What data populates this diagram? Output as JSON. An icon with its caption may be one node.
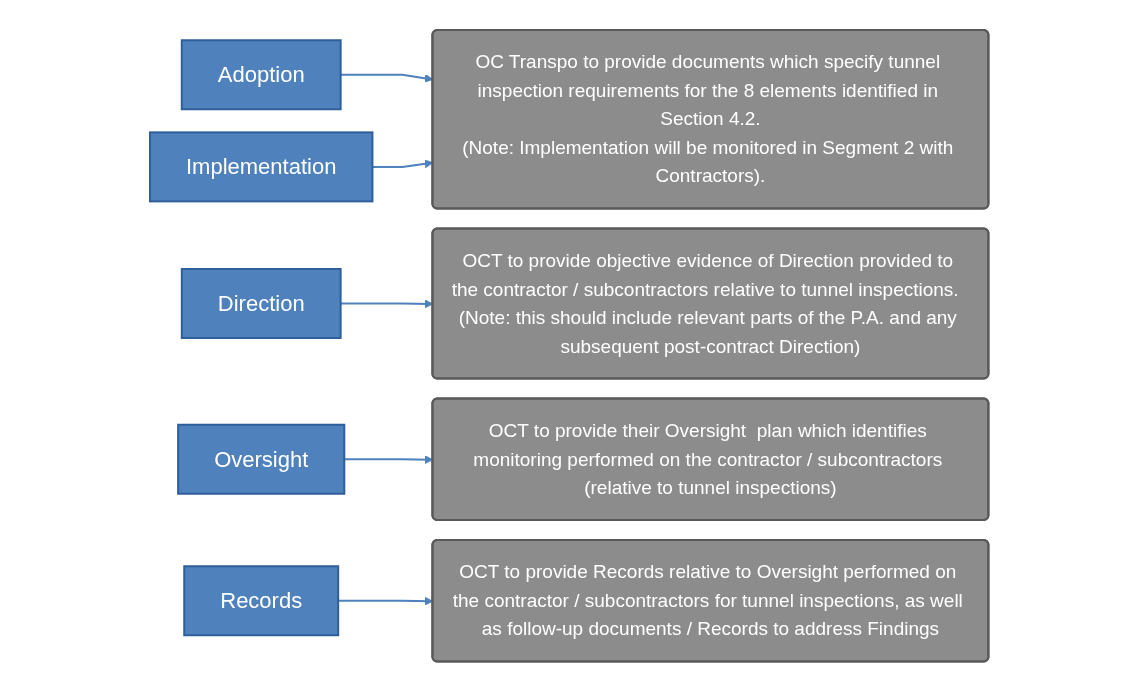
{
  "diagram": {
    "nodes": [
      {
        "text": [
          "Adoption"
        ]
      },
      {
        "text": [
          "Implementation"
        ]
      },
      {
        "text": [
          "OC Transpo to provide documents which specify tunnel inspection requirements for the 8 elements identified in Section 4.2.",
          "(Note: Implementation will be monitored in Segment 2 with Contractors)."
        ]
      },
      {
        "text": [
          "Direction"
        ]
      },
      {
        "text": [
          "OCT to provide objective evidence of Direction provided to the contractor / subcontractors relative to tunnel inspections.  (Note: this should include relevant parts of the P.A. and any subsequent post-contract Direction)"
        ]
      },
      {
        "text": [
          "Oversight"
        ]
      },
      {
        "text": [
          "OCT to provide their Oversight  plan which identifies monitoring performed on the contractor / subcontractors (relative to tunnel inspections)"
        ]
      },
      {
        "text": [
          "Records"
        ]
      },
      {
        "text": [
          "OCT to provide Records relative to Oversight performed on the contractor / subcontractors for tunnel inspections, as well as follow-up documents / Records to address Findings"
        ]
      }
    ],
    "edges": [
      {
        "from": 0,
        "to": 2,
        "arrow": "to"
      },
      {
        "from": 1,
        "to": 2,
        "arrow": "to"
      },
      {
        "from": 3,
        "to": 4,
        "arrow": "to"
      },
      {
        "from": 5,
        "to": 6,
        "arrow": "to"
      },
      {
        "from": 7,
        "to": 8,
        "arrow": "to"
      }
    ]
  }
}
